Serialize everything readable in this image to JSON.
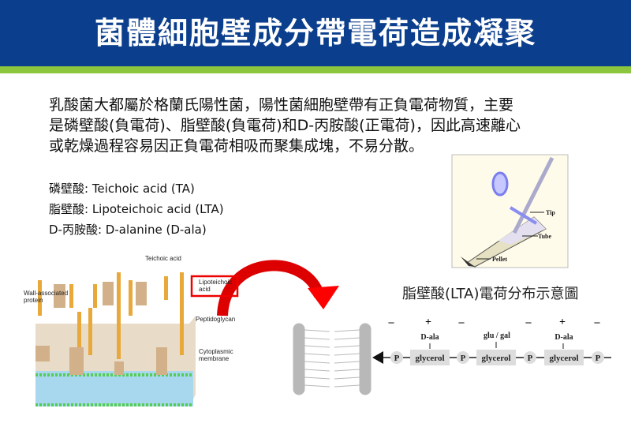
{
  "title": "菌體細胞壁成分帶電荷造成凝聚",
  "paragraph": [
    "乳酸菌大都屬於格蘭氏陽性菌，陽性菌細胞壁帶有正負電荷物質，主要",
    "是磷壁酸(負電荷)、脂壁酸(負電荷)和D-丙胺酸(正電荷)，因此高速離心",
    "或乾燥過程容易因正負電荷相吸而聚集成塊，不易分散。"
  ],
  "definitions": [
    "磷壁酸: Teichoic acid (TA)",
    "脂壁酸: Lipoteichoic acid (LTA)",
    "D-丙胺酸: D-alanine (D-ala)"
  ],
  "tube_figure": {
    "tip": "Tip",
    "tube": "Tube",
    "pellet": "Pellet"
  },
  "cell_wall_figure": {
    "wall_protein": "Wall-associated",
    "wall_protein2": "protein",
    "teichoic": "Teichoic acid",
    "lta": "Lipoteichoic",
    "lta2": "acid",
    "peptidoglycan": "Peptidoglycan",
    "membrane": "Cytoplasmic",
    "membrane2": "membrane"
  },
  "lta_figure": {
    "title": "脂壁酸(LTA)電荷分布示意圖",
    "charges": [
      "–",
      "+",
      "–",
      "–",
      "+",
      "–"
    ],
    "subs": [
      "D-ala",
      "glu / gal",
      "D-ala"
    ],
    "p": "P",
    "glycerol": "glycerol"
  }
}
